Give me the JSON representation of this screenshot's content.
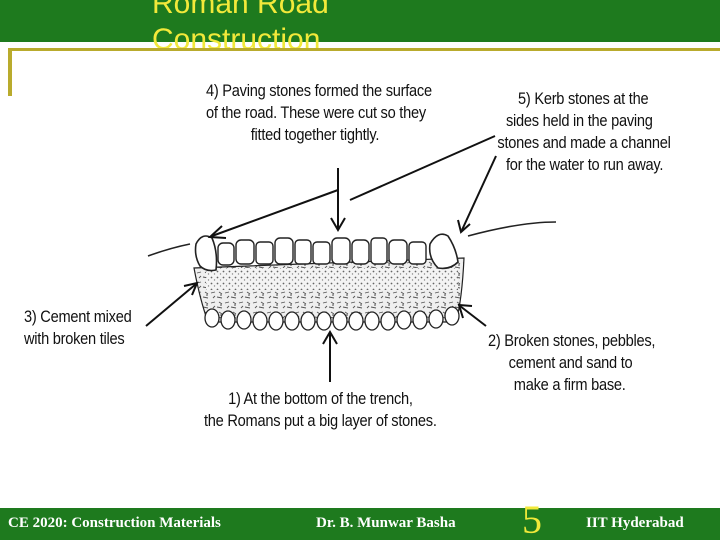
{
  "header": {
    "title_lines": [
      "Roman Road",
      "Construction"
    ]
  },
  "diagram": {
    "labels": {
      "paving": [
        "4) Paving stones formed the surface",
        "of the road. These were cut so they",
        "fitted together tightly."
      ],
      "kerb": [
        "5) Kerb stones at the",
        "sides held in the paving",
        "stones and made a channel",
        "for the water to run away."
      ],
      "cement": [
        "3) Cement mixed",
        "with broken tiles"
      ],
      "broken": [
        "2) Broken stones, pebbles,",
        "cement and sand to",
        "make a firm base."
      ],
      "bottom": [
        "1) At the bottom of the trench,",
        "the Romans put a big layer of stones."
      ]
    }
  },
  "footer": {
    "course": "CE 2020: Construction Materials",
    "author": "Dr. B. Munwar Basha",
    "page_number": "5",
    "institute": "IIT Hyderabad"
  },
  "colors": {
    "header_green": "#1e7a1e",
    "title_yellow": "#f2e93a",
    "accent_olive": "#b9ab2d"
  }
}
